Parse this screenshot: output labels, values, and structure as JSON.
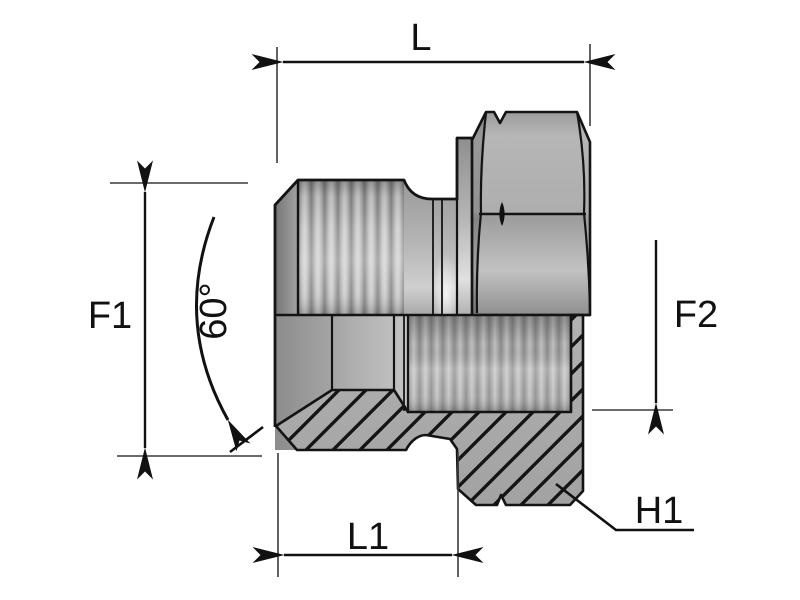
{
  "drawing": {
    "type": "technical-drawing",
    "subject": "threaded-plug-fitting-half-section",
    "labels": {
      "l": "L",
      "f1": "F1",
      "angle": "60°",
      "f2": "F2",
      "l1": "L1",
      "h1": "H1"
    },
    "colors": {
      "background": "#ffffff",
      "outline": "#141414",
      "dimension_line": "#333333",
      "text": "#111111",
      "metal_light": "#c9c9c9",
      "metal_mid": "#ababab",
      "metal_dark": "#7d7d7d"
    }
  }
}
